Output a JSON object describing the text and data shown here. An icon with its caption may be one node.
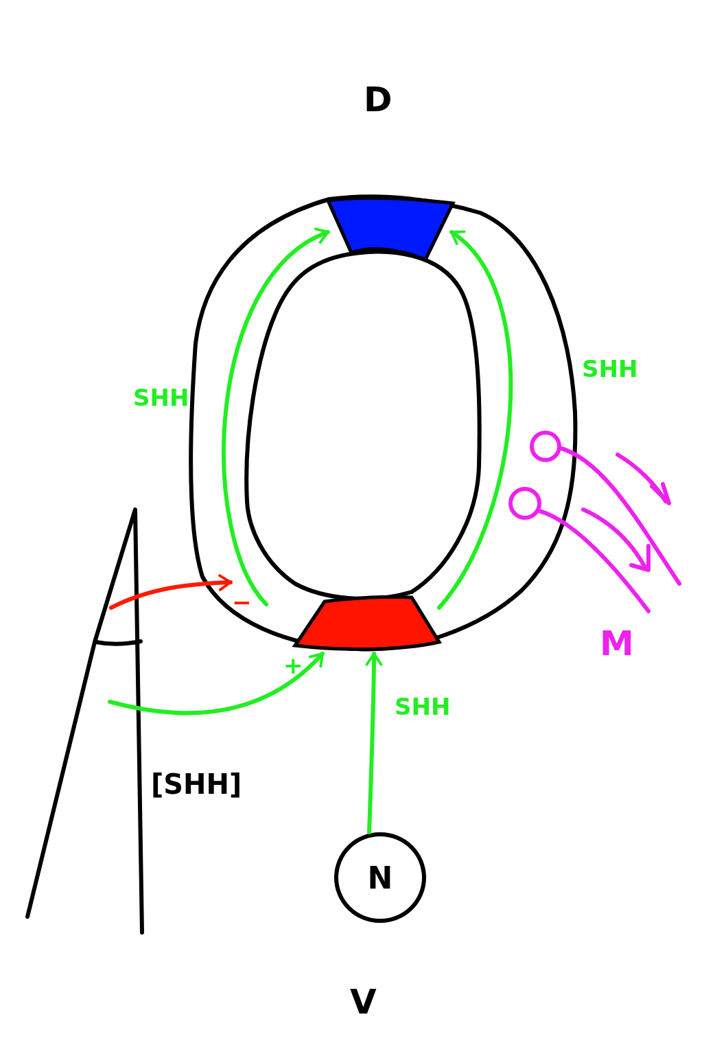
{
  "diagram": {
    "nodes": [
      {
        "text": [],
        "shape": "ring"
      },
      {
        "text": [],
        "shape": "bar",
        "in": 0
      },
      {
        "text": [],
        "shape": "bar",
        "in": 0
      },
      {
        "text": [
          "N"
        ]
      },
      {
        "text": [],
        "shape": "spike",
        "beside": [
          "[SHH]"
        ]
      },
      {
        "text": [],
        "shape": "circle"
      },
      {
        "text": [],
        "shape": "circle"
      }
    ],
    "edges": [
      {
        "from": 3,
        "to": 2,
        "arrow": "to",
        "label": "SHH"
      },
      {
        "from": null,
        "to": 1,
        "arrow": "to",
        "label": "SHH"
      },
      {
        "from": null,
        "to": 1,
        "arrow": "to",
        "label": "SHH"
      },
      {
        "from": 4,
        "to": 0,
        "arrow": "to",
        "label": "−",
        "color": "#ff1a00"
      },
      {
        "from": 4,
        "to": 2,
        "arrow": "to",
        "label": "+"
      }
    ],
    "labels": [
      "D",
      "M",
      "V"
    ]
  }
}
